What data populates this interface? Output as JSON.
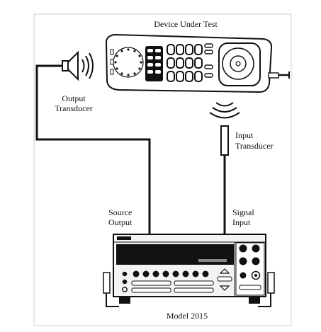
{
  "labels": {
    "device_title": "Device Under Test",
    "output_transducer_line1": "Output",
    "output_transducer_line2": "Transducer",
    "input_transducer_line1": "Input",
    "input_transducer_line2": "Transducer",
    "source_output_line1": "Source",
    "source_output_line2": "Output",
    "signal_input_line1": "Signal",
    "signal_input_line2": "Input",
    "model_label": "Model 2015"
  },
  "icons": {
    "device": "cordless-phone-icon",
    "output": "speaker-icon",
    "input": "microphone-icon",
    "instrument": "bench-multimeter-icon"
  },
  "colors": {
    "line": "#111111",
    "background": "#ffffff",
    "panel": "#f3f3f3"
  }
}
